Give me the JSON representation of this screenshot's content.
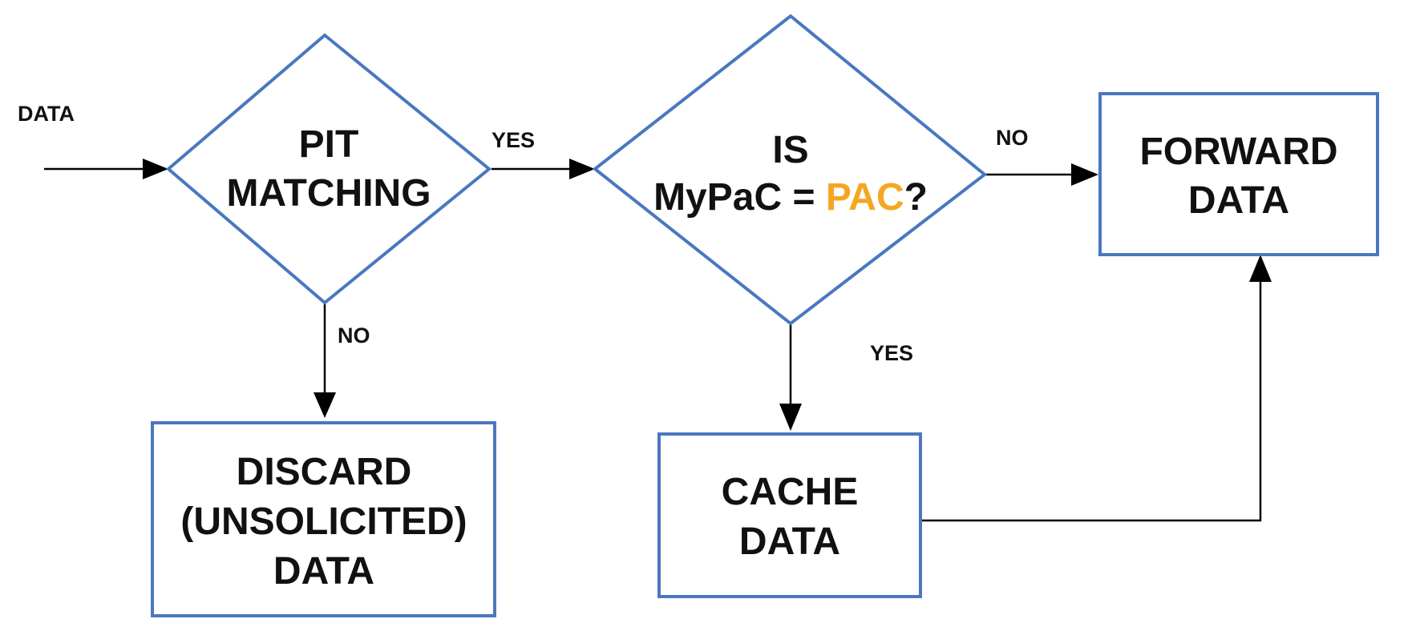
{
  "colors": {
    "shape_outline": "#4a77c0",
    "connector": "#000000",
    "text": "#111111",
    "highlight": "#f5a623"
  },
  "input_label": "DATA",
  "nodes": {
    "pit_matching": {
      "shape": "diamond",
      "line1": "PIT",
      "line2": "MATCHING"
    },
    "pac_check": {
      "shape": "diamond",
      "line1": "IS",
      "line2_prefix": "MyPaC = ",
      "line2_highlight": "PAC",
      "line2_suffix": "?"
    },
    "forward": {
      "shape": "rectangle",
      "line1": "FORWARD",
      "line2": "DATA"
    },
    "discard": {
      "shape": "rectangle",
      "line1": "DISCARD",
      "line2": "(UNSOLICITED)",
      "line3": "DATA"
    },
    "cache": {
      "shape": "rectangle",
      "line1": "CACHE",
      "line2": "DATA"
    }
  },
  "edges": {
    "pit_to_pac": "YES",
    "pit_to_discard": "NO",
    "pac_to_forward": "NO",
    "pac_to_cache": "YES",
    "cache_to_forward": ""
  }
}
